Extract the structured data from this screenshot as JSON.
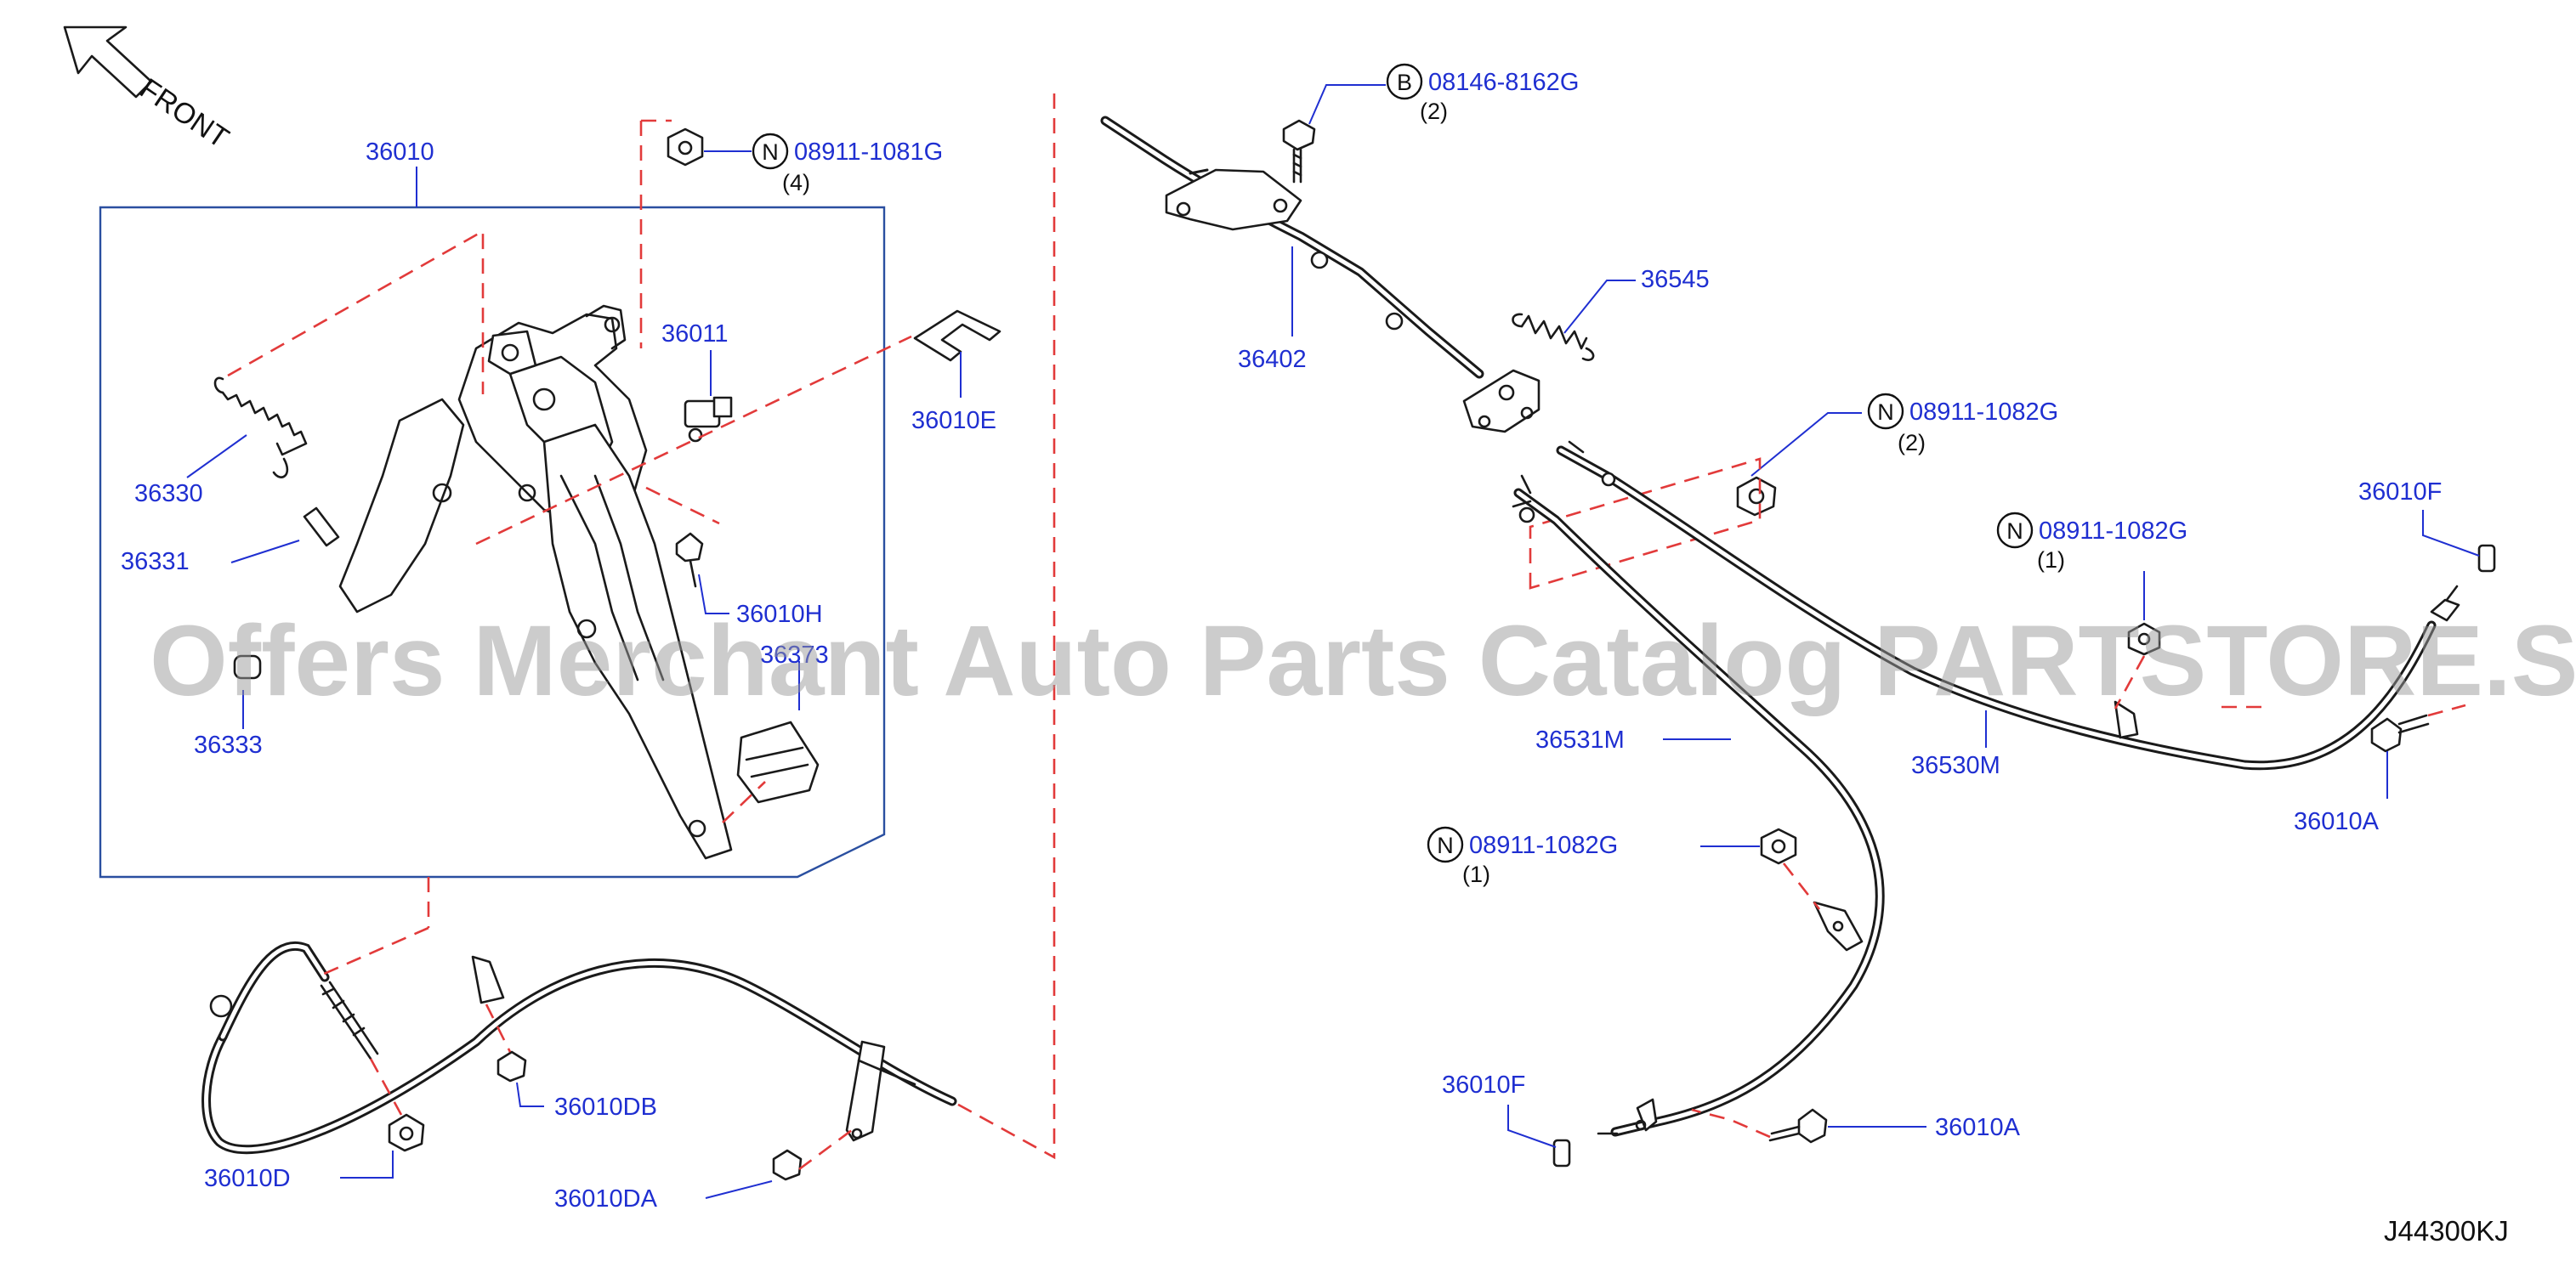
{
  "orientation_label": "FRONT",
  "diagram_code": "J44300KJ",
  "watermark": "Offers Merchant Auto Parts Catalog PARTSTORE.SA",
  "callouts": {
    "c36010": "36010",
    "c36011": "36011",
    "c36010E": "36010E",
    "c36330": "36330",
    "c36331": "36331",
    "c36333": "36333",
    "c36010H": "36010H",
    "c36373": "36373",
    "c36010D": "36010D",
    "c36010DB": "36010DB",
    "c36010DA": "36010DA",
    "c36402": "36402",
    "c36545": "36545",
    "c36531M": "36531M",
    "c36530M": "36530M",
    "c36010F_top": "36010F",
    "c36010F_bottom": "36010F",
    "c36010A_right": "36010A",
    "c36010A_bottom": "36010A"
  },
  "fasteners": {
    "nut_top": {
      "symbol": "N",
      "part": "08911-1081G",
      "qty": "(4)"
    },
    "bolt_top": {
      "symbol": "B",
      "part": "08146-8162G",
      "qty": "(2)"
    },
    "nut_mid": {
      "symbol": "N",
      "part": "08911-1082G",
      "qty": "(2)"
    },
    "nut_right": {
      "symbol": "N",
      "part": "08911-1082G",
      "qty": "(1)"
    },
    "nut_low": {
      "symbol": "N",
      "part": "08911-1082G",
      "qty": "(1)"
    }
  },
  "colors": {
    "callout_text": "#1f2fd1",
    "phantom_line": "#e23a3a",
    "assembly_box": "#2a4fa0",
    "part_outline": "#1a1a1a"
  }
}
